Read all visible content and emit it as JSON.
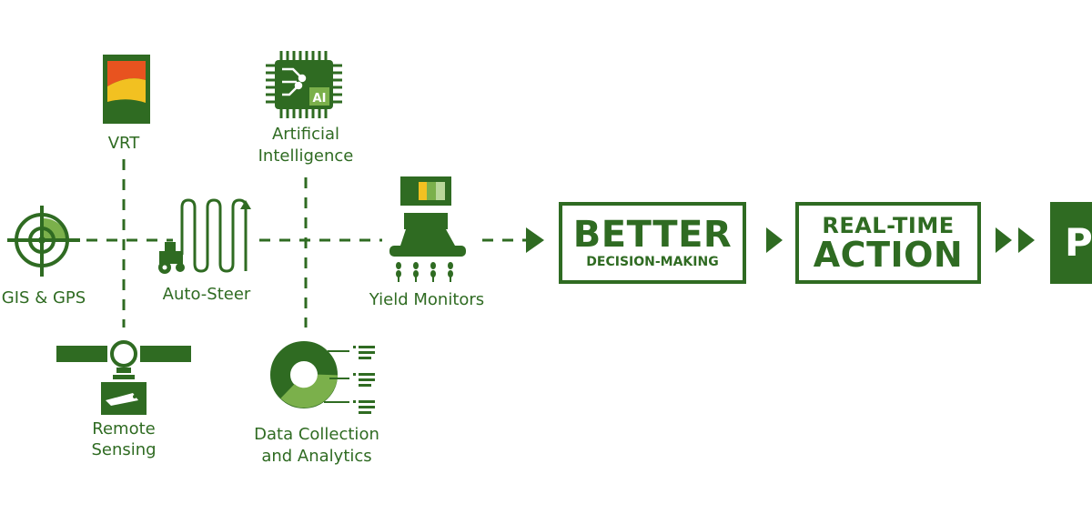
{
  "colors": {
    "green_dark": "#2f6b22",
    "green_light": "#7bb04b",
    "green_pale": "#b9d79a",
    "orange": "#e8531f",
    "yellow": "#f2c121"
  },
  "nodes": {
    "vrt": {
      "label": "VRT",
      "icon": "vrt-map-icon"
    },
    "ai": {
      "label_line1": "Artificial",
      "label_line2": "Intelligence",
      "icon": "ai-chip-icon",
      "chip_text": "AI"
    },
    "gis": {
      "label": "GIS & GPS",
      "icon": "crosshair-target-icon"
    },
    "autosteer": {
      "label": "Auto-Steer",
      "icon": "tractor-path-icon"
    },
    "yield": {
      "label": "Yield Monitors",
      "icon": "combine-harvester-icon"
    },
    "remote": {
      "label_line1": "Remote",
      "label_line2": "Sensing",
      "icon": "satellite-icon"
    },
    "data": {
      "label_line1": "Data Collection",
      "label_line2": "and Analytics",
      "icon": "donut-chart-icon"
    }
  },
  "outcomes": {
    "better": {
      "big": "BETTER",
      "small": "DECISION-MAKING"
    },
    "realtime": {
      "line1": "REAL-TIME",
      "line2": "ACTION"
    },
    "cutoff": {
      "letter": "P"
    }
  }
}
